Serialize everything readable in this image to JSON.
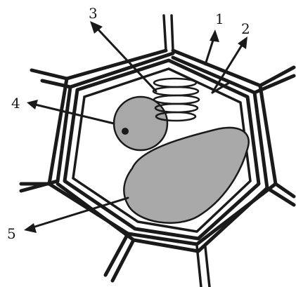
{
  "labels": {
    "l1": "1",
    "l2": "2",
    "l3": "3",
    "l4": "4",
    "l5": "5"
  },
  "colors": {
    "background": "#ffffff",
    "line": "#1a1a1a",
    "nucleus_fill": "#a8a8a8",
    "vacuole_fill": "#a9a9a9",
    "cytoplasm_fill": "#f4f4f4"
  }
}
